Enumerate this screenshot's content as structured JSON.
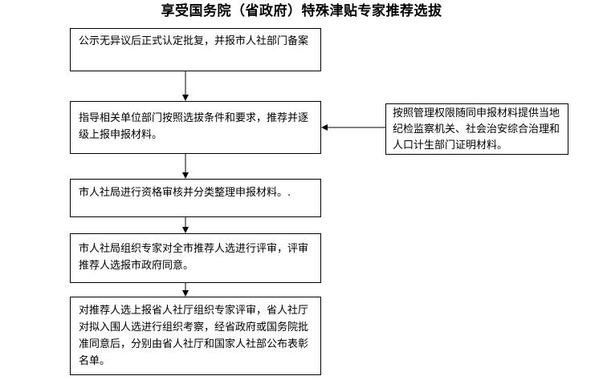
{
  "title": "享受国务院（省政府）特殊津贴专家推荐选拔",
  "steps": [
    "公示无异议后正式认定批复，并报市人社部门备案",
    "指导相关单位部门按照选拔条件和要求，推荐并逐级上报申报材料。",
    "市人社局进行资格审核并分类整理申报材料。.",
    "市人社局组织专家对全市推荐人选进行评审，评审推荐人选报市政府同意。",
    "对推荐人选上报省人社厅组织专家评审，省人社厅对拟入围人选进行组织考察，经省政府或国务院批准同意后，分别由省人社厅和国家人社部公布表彰名单。"
  ],
  "side_note": "按照管理权限随同申报材料提供当地纪检监察机关、社会治安综合治理和人口计生部门证明材料。"
}
